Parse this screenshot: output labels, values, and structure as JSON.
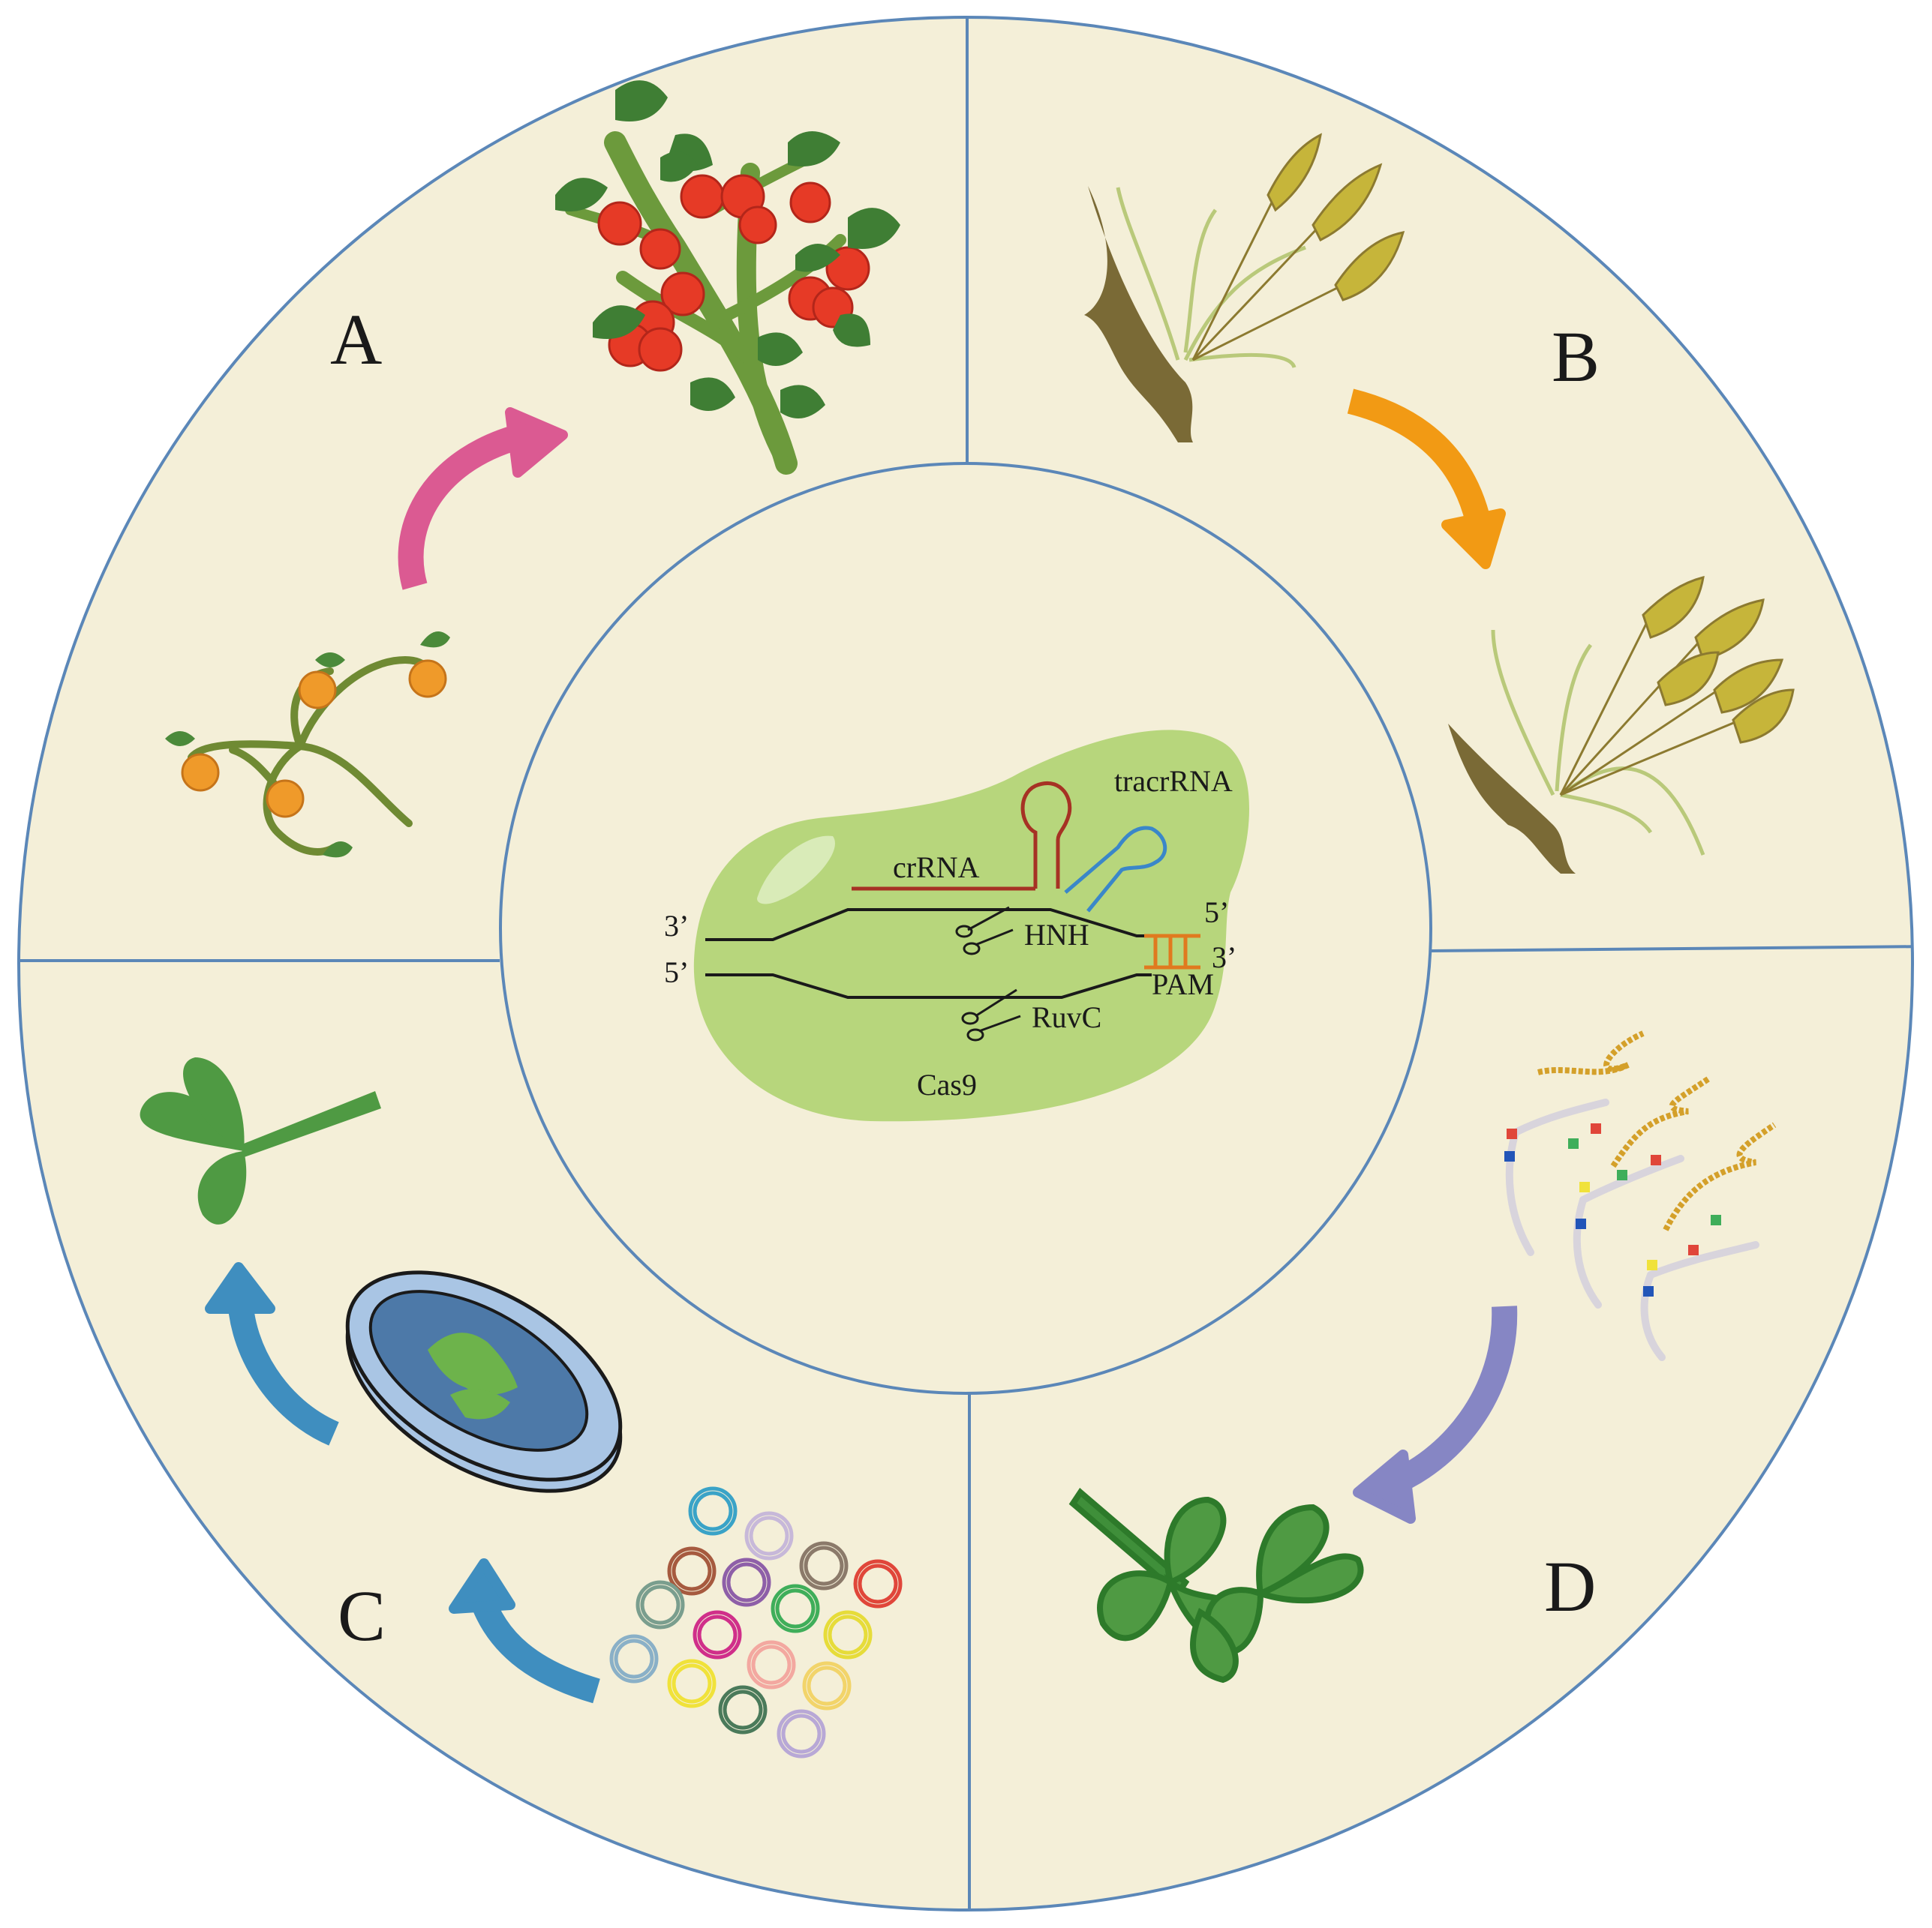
{
  "quadrants": {
    "a": {
      "label": "A"
    },
    "b": {
      "label": "B"
    },
    "c": {
      "label": "C"
    },
    "d": {
      "label": "D"
    }
  },
  "cas9": {
    "protein_label": "Cas9",
    "crrna_label": "crRNA",
    "tracrrna_label": "tracrRNA",
    "hnh_label": "HNH",
    "ruvc_label": "RuvC",
    "pam_label": "PAM",
    "left_top_end": "3’",
    "left_bottom_end": "5’",
    "right_top_end": "5’",
    "right_bottom_end": "3’"
  },
  "colors": {
    "background": "#f4efd8",
    "ring": "#5b87b8",
    "protein": "#b7d67c",
    "crrna": "#a63224",
    "tracrrna": "#3a87c9",
    "pam": "#e07a1f",
    "arrow_a": "#db5a92",
    "arrow_b": "#f29a14",
    "arrow_c": "#3f8ebf",
    "arrow_d": "#8686c4"
  },
  "icons": {
    "a_top": "tomato-plant-fruiting",
    "a_bottom": "tomato-seedling",
    "b_top": "wheat-plant",
    "b_bottom": "wheat-plant-mature",
    "c_top": "clover-leaf",
    "c_middle": "petri-dish",
    "c_bottom": "plasmid-rings",
    "d_top": "chromosomes",
    "d_bottom": "edited-clover"
  }
}
